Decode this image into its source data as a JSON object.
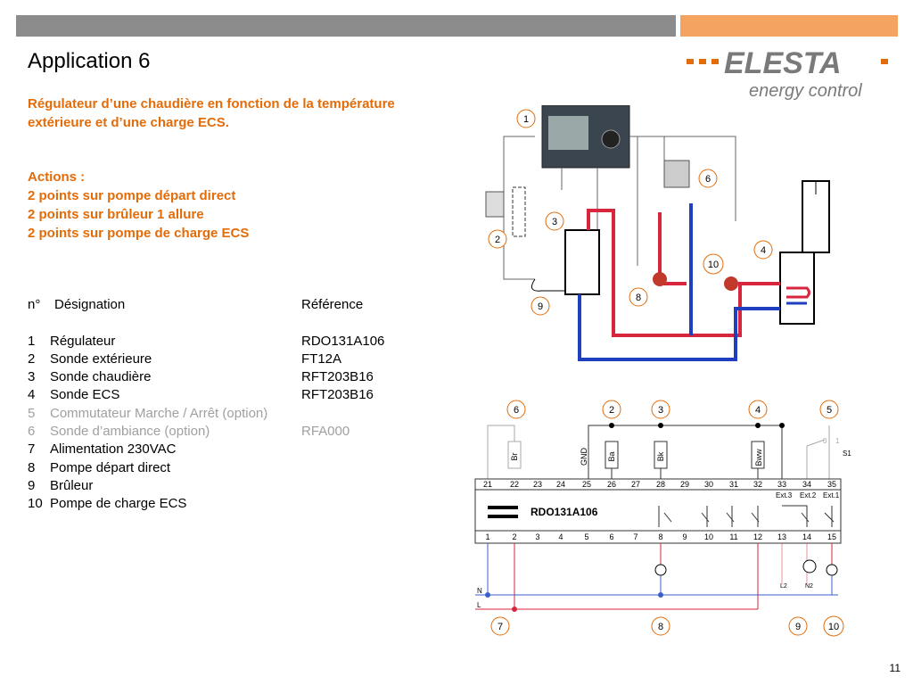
{
  "header": {
    "title": "Application 6"
  },
  "subtitle": "Régulateur d’une chaudière en fonction de la température extérieure et d’une charge ECS.",
  "actions": {
    "heading": "Actions :",
    "items": [
      "2 points sur pompe départ direct",
      "2 points sur brûleur 1 allure",
      "2 points sur pompe de charge ECS"
    ]
  },
  "logo": {
    "brand": "ELESTA",
    "tagline": "energy control",
    "brand_color": "#7a7a7a",
    "accent_color": "#e36c09"
  },
  "table": {
    "headers": {
      "num": "n°",
      "designation": "Désignation",
      "reference": "Référence"
    },
    "rows": [
      {
        "num": "1",
        "designation": "Régulateur",
        "reference": "RDO131A106",
        "optional": false
      },
      {
        "num": "2",
        "designation": "Sonde extérieure",
        "reference": "FT12A",
        "optional": false
      },
      {
        "num": "3",
        "designation": "Sonde chaudière",
        "reference": "RFT203B16",
        "optional": false
      },
      {
        "num": "4",
        "designation": "Sonde ECS",
        "reference": "RFT203B16",
        "optional": false
      },
      {
        "num": "5",
        "designation": "Commutateur Marche / Arrêt (option)",
        "reference": "",
        "optional": true
      },
      {
        "num": "6",
        "designation": "Sonde d’ambiance (option)",
        "reference": "RFA000",
        "optional": true
      },
      {
        "num": "7",
        "designation": "Alimentation 230VAC",
        "reference": "",
        "optional": false
      },
      {
        "num": "8",
        "designation": "Pompe départ direct",
        "reference": "",
        "optional": false
      },
      {
        "num": "9",
        "designation": "Brûleur",
        "reference": "",
        "optional": false
      },
      {
        "num": "10",
        "designation": "Pompe de charge ECS",
        "reference": "",
        "optional": false
      }
    ]
  },
  "diagram": {
    "callouts": [
      "1",
      "6",
      "3",
      "2",
      "4",
      "10",
      "8",
      "9"
    ]
  },
  "wiring": {
    "device": "RDO131A106",
    "top_callouts": [
      "6",
      "2",
      "3",
      "4",
      "5"
    ],
    "bottom_callouts": [
      "7",
      "8",
      "9",
      "10"
    ],
    "top_terminals": [
      "21",
      "22",
      "23",
      "24",
      "25",
      "26",
      "27",
      "28",
      "29",
      "30",
      "31",
      "32",
      "33",
      "34",
      "35"
    ],
    "bottom_terminals": [
      "1",
      "2",
      "3",
      "4",
      "5",
      "6",
      "7",
      "8",
      "9",
      "10",
      "11",
      "12",
      "13",
      "14",
      "15"
    ],
    "sensor_labels": [
      "Br",
      "GND",
      "Ba",
      "Bk",
      "Bww"
    ],
    "ext_labels": [
      "Ext.3",
      "Ext.2",
      "Ext.1"
    ],
    "switch_label": "S1",
    "switch_pins": [
      "0",
      "1"
    ],
    "line_labels": [
      "N",
      "L"
    ],
    "burner_labels": [
      "L2",
      "N2"
    ]
  },
  "page": {
    "number": "11"
  }
}
